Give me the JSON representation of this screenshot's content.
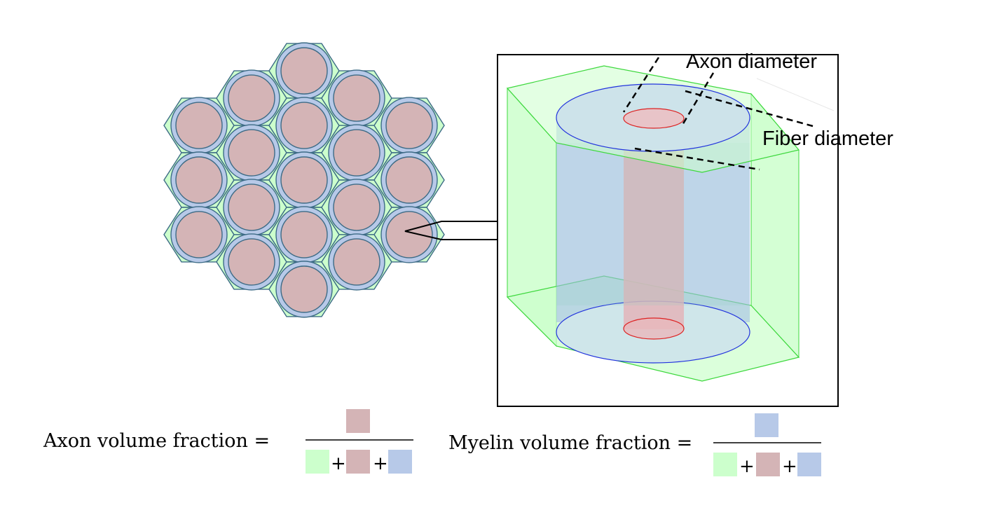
{
  "labels": {
    "axon_diameter": "Axon diameter",
    "fiber_diameter": "Fiber diameter"
  },
  "formulas": {
    "axon": {
      "text": "Axon volume fraction =",
      "plus": "+"
    },
    "myelin": {
      "text": "Myelin volume fraction =",
      "plus": "+"
    }
  },
  "grid": {
    "rings": 2,
    "hex_count": 19
  },
  "colors": {
    "gap_fill": "#ccffcc",
    "hex_stroke": "#3d6b86",
    "myelin_fill": "#b7c9e8",
    "axon_fill": "#d4b4b6",
    "cell_stroke": "#3d6b86",
    "model_green_edge": "#3dd83d",
    "model_green_fill": "#ccffcc",
    "model_blue_edge": "#2233dd",
    "model_blue_fill": "#b4c8ee",
    "model_red_edge": "#dd2222",
    "model_red_fill": "#e6b8bc",
    "box_stroke": "#000000",
    "dash": "#000000",
    "legend_green": "#ccffcc",
    "legend_red": "#d4b4b6",
    "legend_blue": "#b7c9e8"
  }
}
